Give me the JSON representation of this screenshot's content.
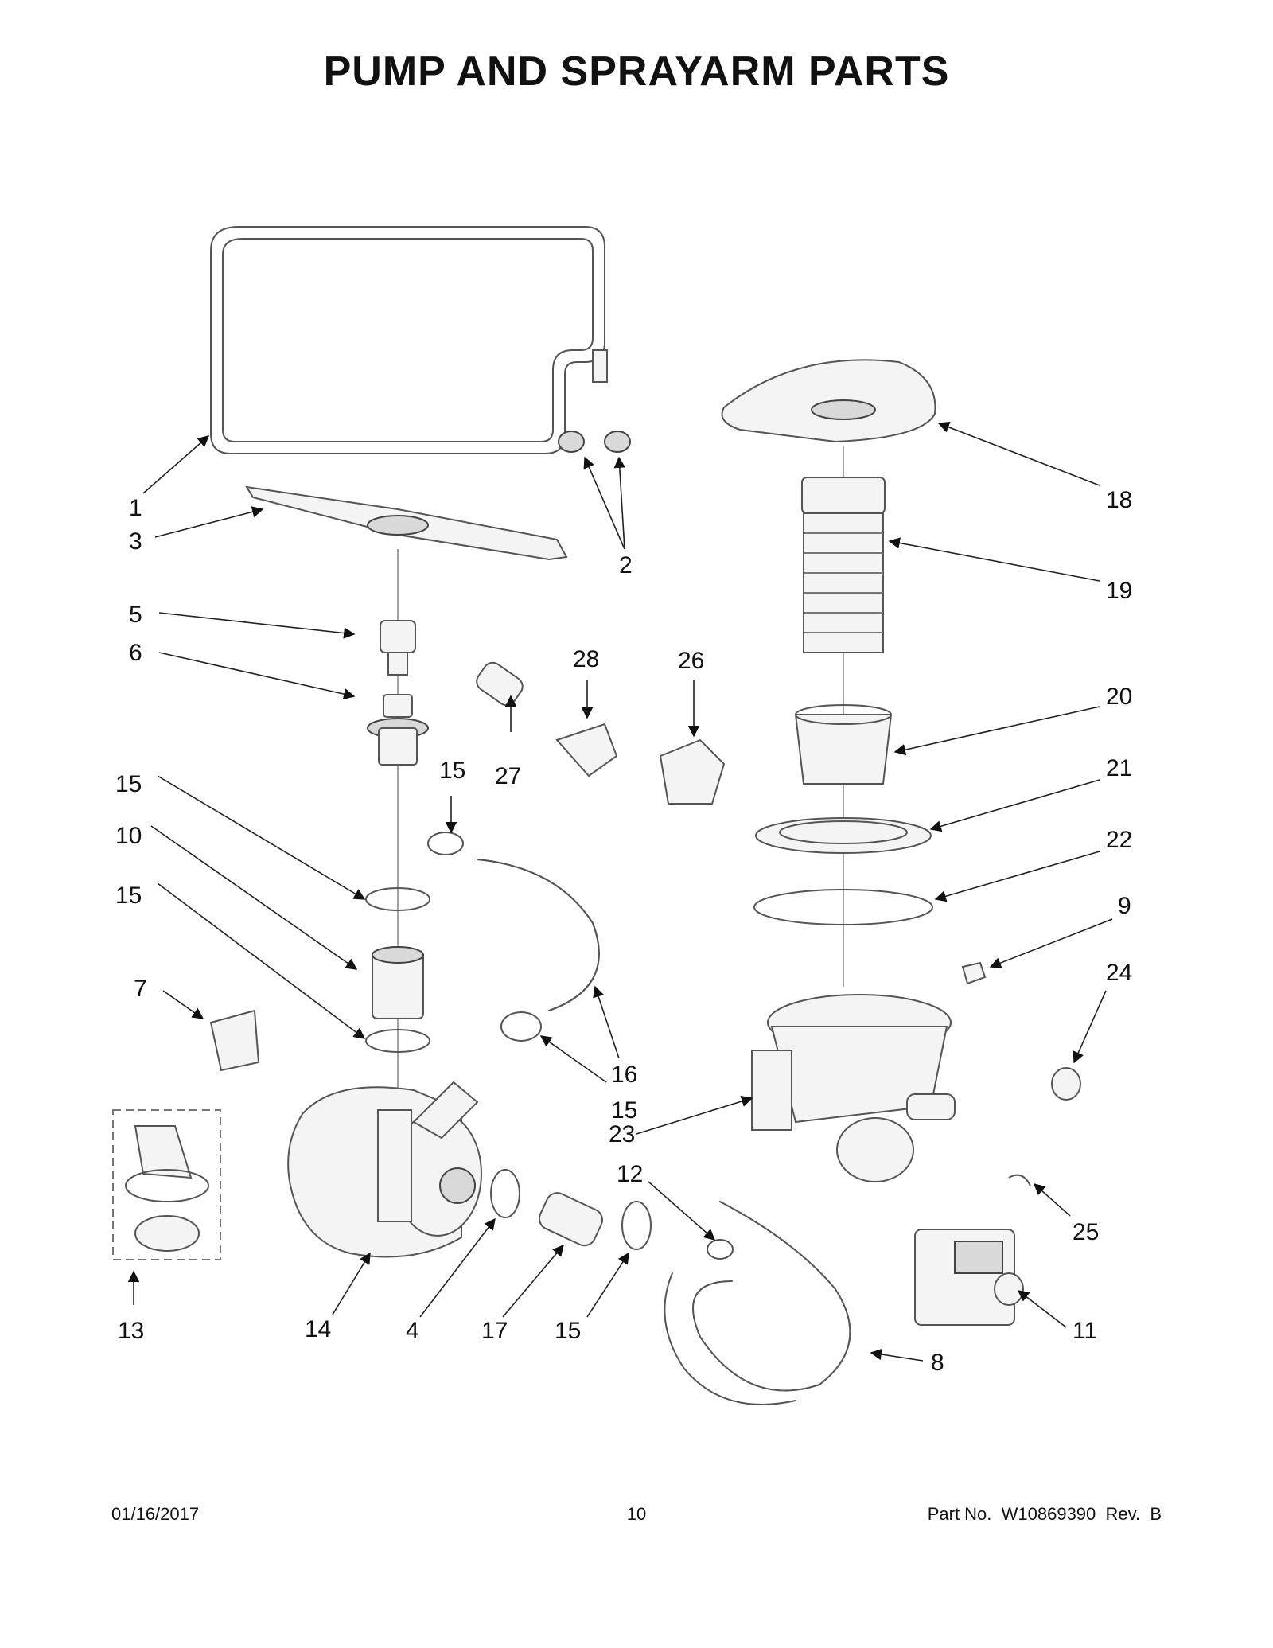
{
  "title": "PUMP AND SPRAYARM PARTS",
  "footer": {
    "date": "01/16/2017",
    "page": "10",
    "part_number": "Part No.  W10869390  Rev.  B"
  },
  "callouts": {
    "c1": "1",
    "c2": "2",
    "c3": "3",
    "c4": "4",
    "c5": "5",
    "c6": "6",
    "c7": "7",
    "c8": "8",
    "c9": "9",
    "c10": "10",
    "c11": "11",
    "c12": "12",
    "c13": "13",
    "c14": "14",
    "c15a": "15",
    "c15b": "15",
    "c15c": "15",
    "c15d": "15",
    "c15e": "15",
    "c16": "16",
    "c17": "17",
    "c18": "18",
    "c19": "19",
    "c20": "20",
    "c21": "21",
    "c22": "22",
    "c23": "23",
    "c24": "24",
    "c25": "25",
    "c26": "26",
    "c27": "27",
    "c28": "28"
  }
}
